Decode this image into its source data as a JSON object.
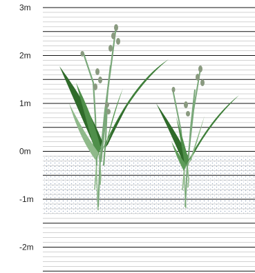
{
  "scale": {
    "unit": "m",
    "labels": [
      {
        "value": 3,
        "text": "3m"
      },
      {
        "value": 2,
        "text": "2m"
      },
      {
        "value": 1,
        "text": "1m"
      },
      {
        "value": 0,
        "text": "0m"
      },
      {
        "value": -1,
        "text": "-1m"
      },
      {
        "value": -2,
        "text": "-2m"
      }
    ],
    "range": [
      -2.5,
      3
    ],
    "minor_step": 0.1,
    "major_step": 0.5
  },
  "ground": {
    "top_m": 0,
    "bottom_m": -1.3,
    "pattern": "dotted"
  },
  "plants": [
    {
      "name": "tall-grass-plant",
      "height_m": 2.6,
      "root_depth_m": -1.2
    },
    {
      "name": "short-grass-plant",
      "height_m": 1.7,
      "root_depth_m": -1.2
    }
  ],
  "colors": {
    "line": "#111111",
    "minor_line": "#b8b8b8",
    "leaf_dark": "#2f6b2a",
    "leaf_mid": "#4f8f4a",
    "leaf_light": "#8fb98a",
    "stem": "#7aa87a",
    "seed": "#8a9a80",
    "soil_dot": "#9aaac0"
  }
}
